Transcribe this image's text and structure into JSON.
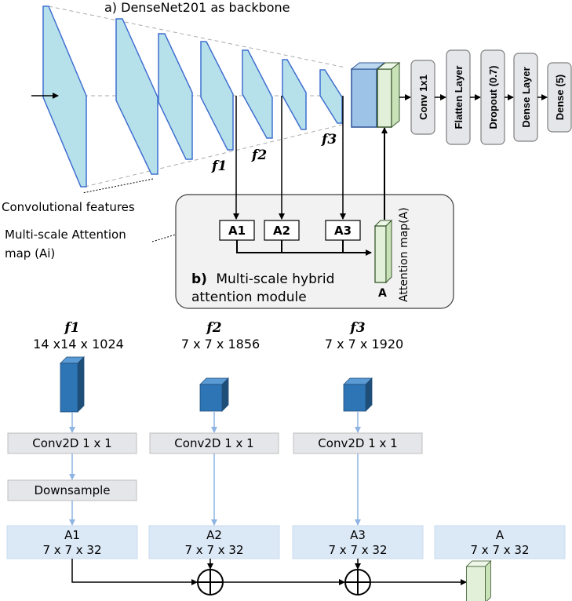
{
  "top": {
    "title": "a) DenseNet201 as backbone",
    "feature_labels": [
      "f1",
      "f2",
      "f3"
    ],
    "conv_features_label": "Convolutional features",
    "ms_attention_label": "Multi-scale Attention\nmap (Ai)",
    "head_layers": [
      "Conv 1x1",
      "Flatten Layer",
      "Dropout (0.7)",
      "Dense Layer",
      "Dense (5)"
    ],
    "module": {
      "prefix": "b)",
      "title": "Multi-scale hybrid\nattention module",
      "nodes": [
        "A1",
        "A2",
        "A3"
      ],
      "attention_map_label": "Attention map(A)",
      "attention_output": "A"
    }
  },
  "bottom": {
    "columns": [
      {
        "feature": "f1",
        "shape": "14 x14 x 1024",
        "steps": [
          "Conv2D 1 x 1",
          "Downsample"
        ],
        "output": "A1",
        "output_shape": "7 x 7 x 32"
      },
      {
        "feature": "f2",
        "shape": "7 x 7 x 1856",
        "steps": [
          "Conv2D 1 x 1"
        ],
        "output": "A2",
        "output_shape": "7 x 7 x 32"
      },
      {
        "feature": "f3",
        "shape": "7 x 7 x 1920",
        "steps": [
          "Conv2D 1 x 1"
        ],
        "output": "A3",
        "output_shape": "7 x 7 x 32"
      }
    ],
    "final": {
      "output": "A",
      "output_shape": "7 x 7 x 32"
    }
  },
  "colors": {
    "plate_fill": "#b7e1ea",
    "plate_edge": "#3f6fd1",
    "cube_blue": "#2e75b6",
    "box_gray": "#e5e6ea",
    "box_blue": "#dbe8f5",
    "green": "#e2f0d9",
    "arrow_blue": "#8eb4e3"
  }
}
